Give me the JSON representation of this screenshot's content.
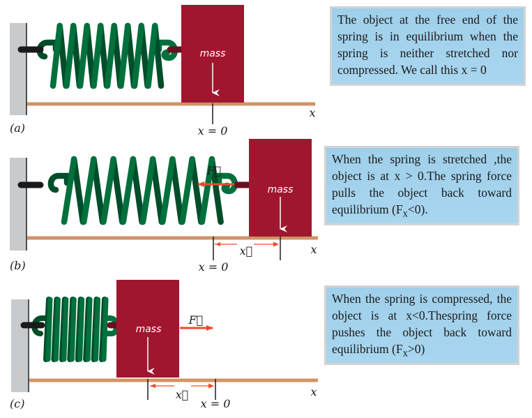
{
  "colors": {
    "wall": "#c8cbcd",
    "wall_edge": "#1a1a1a",
    "axis": "#d09468",
    "mass": "#a0162e",
    "mass_connector": "#6b0f20",
    "spring_front": "#00703c",
    "spring_back": "#004d2a",
    "hook": "#1a1a1a",
    "force_arrow": "#ee4b2b",
    "mass_pointer": "#ffffff",
    "tick": "#1a1a1a",
    "info_box_bg": "#a4d2ec",
    "info_box_border": "#d3d3d3"
  },
  "panels": [
    {
      "id": "a",
      "label": "(a)",
      "state": "equilibrium",
      "mass_label": "mass",
      "axis_label": "x",
      "origin_label": "x = 0",
      "force_label": "",
      "displacement_label": "",
      "description": "The object at the free end of the spring is in equilibrium when the spring is neither stretched nor compressed. We call this x = 0",
      "description_parts": []
    },
    {
      "id": "b",
      "label": "(b)",
      "state": "stretched",
      "mass_label": "mass",
      "axis_label": "x",
      "origin_label": "x = 0",
      "force_label": "F⃖",
      "force_direction": "left",
      "displacement_label": "x⃗",
      "displacement_sign": "positive",
      "description_pre": "When the spring is stretched ,the object is at x > 0.The spring force pulls the object back toward equilibrium (F",
      "description_sub": "x",
      "description_post": "<0)."
    },
    {
      "id": "c",
      "label": "(c)",
      "state": "compressed",
      "mass_label": "mass",
      "axis_label": "x",
      "origin_label": "x = 0",
      "force_label": "F⃗",
      "force_direction": "right",
      "displacement_label": "x⃖",
      "displacement_sign": "negative",
      "description_pre": "When the spring is compressed, the object is at x<0.Thespring force pushes the object back toward equilibrium (F",
      "description_sub": "x",
      "description_post": ">0)"
    }
  ]
}
